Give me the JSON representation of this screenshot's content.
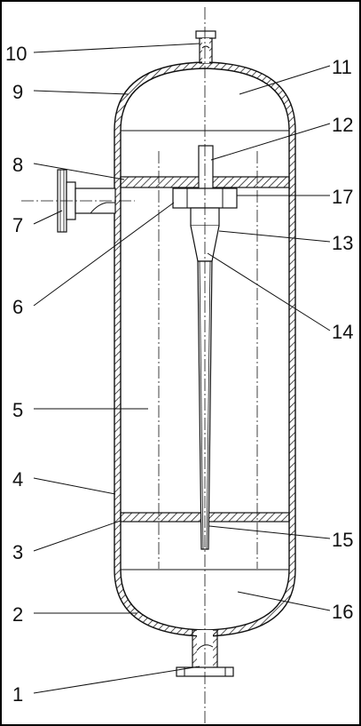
{
  "figure": {
    "background": "#ffffff",
    "line_color": "#111111",
    "hatch_color": "#222222",
    "callouts": [
      {
        "id": "c1",
        "label": "1"
      },
      {
        "id": "c2",
        "label": "2"
      },
      {
        "id": "c3",
        "label": "3"
      },
      {
        "id": "c4",
        "label": "4"
      },
      {
        "id": "c5",
        "label": "5"
      },
      {
        "id": "c6",
        "label": "6"
      },
      {
        "id": "c7",
        "label": "7"
      },
      {
        "id": "c8",
        "label": "8"
      },
      {
        "id": "c9",
        "label": "9"
      },
      {
        "id": "c10",
        "label": "10"
      },
      {
        "id": "c11",
        "label": "11"
      },
      {
        "id": "c12",
        "label": "12"
      },
      {
        "id": "c13",
        "label": "13"
      },
      {
        "id": "c14",
        "label": "14"
      },
      {
        "id": "c15",
        "label": "15"
      },
      {
        "id": "c16",
        "label": "16"
      },
      {
        "id": "c17",
        "label": "17"
      }
    ]
  }
}
